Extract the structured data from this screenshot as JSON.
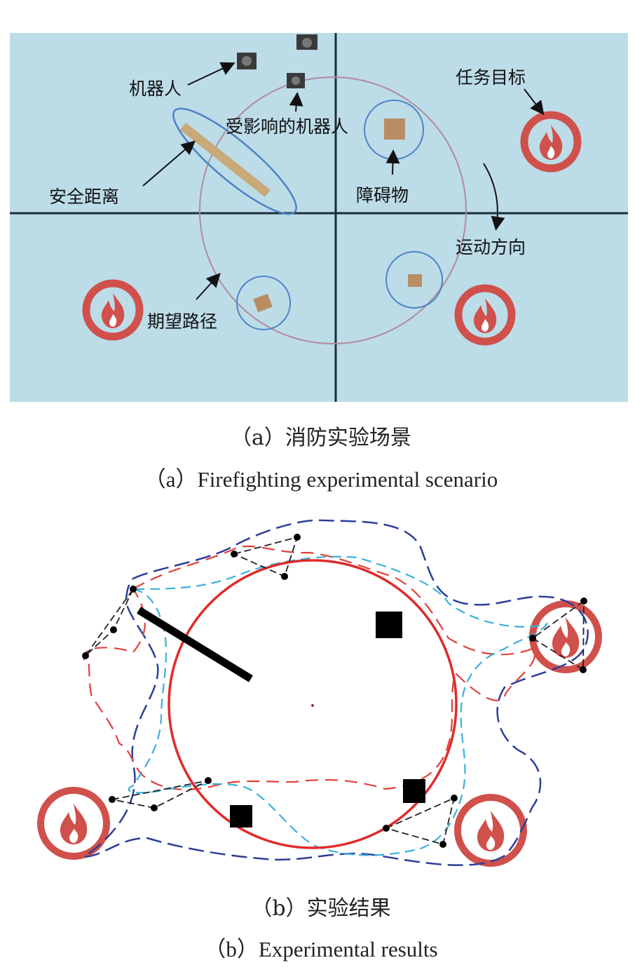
{
  "panel_a": {
    "labels": {
      "robot": "机器人",
      "affected_robot": "受影响的机器人",
      "task_target": "任务目标",
      "safe_distance": "安全距离",
      "obstacle": "障碍物",
      "motion_direction": "运动方向",
      "expected_path": "期望路径"
    },
    "icons": [
      "fire-icon",
      "robot-icon",
      "obstacle-box-icon",
      "arrow-icon"
    ],
    "colors": {
      "floor": "#bcdce8",
      "fire_ring": "#d0504c",
      "safety_ellipse": "#4d82c4",
      "path_circle": "#b28aa0",
      "grid_line": "#1c2c3a"
    }
  },
  "panel_b": {
    "icons": [
      "fire-icon",
      "obstacle-square-icon",
      "wall-bar-icon",
      "robot-dot-icon"
    ],
    "colors": {
      "expected_path": "#e02a2a",
      "trajectory_red": "#e0403a",
      "trajectory_navy": "#2c3e9a",
      "trajectory_cyan": "#3ab0dc",
      "fire_ring": "#d0504c"
    }
  },
  "captions": {
    "a_zh": "（a）消防实验场景",
    "a_en": "（a）Firefighting experimental scenario",
    "b_zh": "（b）实验结果",
    "b_en": "（b）Experimental results"
  }
}
